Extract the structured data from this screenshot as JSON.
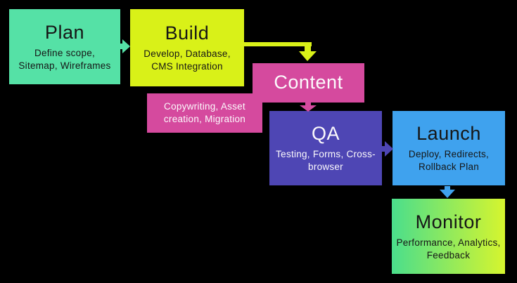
{
  "diagram": {
    "background_color": "#000000",
    "nodes": {
      "plan": {
        "title": "Plan",
        "lines": [
          "Define scope,",
          "Sitemap, Wireframes"
        ],
        "color": "#55e1a6",
        "text_color": "#161616"
      },
      "build": {
        "title": "Build",
        "lines": [
          "Develop, Database,",
          "CMS Integration"
        ],
        "color": "#d9f118",
        "text_color": "#161616"
      },
      "content": {
        "title": "Content",
        "color": "#d54a9e",
        "text_color": "#fcfafc"
      },
      "content_note": {
        "lines": [
          "Copywriting, Asset",
          "creation, Migration"
        ],
        "color": "#d54a9e",
        "text_color": "#fcfafc"
      },
      "qa": {
        "title": "QA",
        "lines": [
          "Testing, Forms, Cross-",
          "browser"
        ],
        "color": "#4e46b4",
        "text_color": "#fcfafc"
      },
      "launch": {
        "title": "Launch",
        "lines": [
          "Deploy, Redirects,",
          "Rollback Plan"
        ],
        "color": "#3fa2ee",
        "text_color": "#161616"
      },
      "monitor": {
        "title": "Monitor",
        "lines": [
          "Performance, Analytics,",
          "Feedback"
        ],
        "gradient": "linear-gradient(90deg, #4ade8c 0%, #d6f52e 100%)",
        "gradient_start": "#4ade8c",
        "gradient_end": "#d6f52e",
        "text_color": "#161616"
      }
    },
    "connectors": {
      "plan_build": {
        "direction": "right",
        "color": "#55e1a6"
      },
      "build_content": {
        "direction": "elbow-right-down",
        "color": "#d9f118"
      },
      "content_qa": {
        "direction": "down",
        "color": "#d54a9e"
      },
      "qa_launch": {
        "direction": "right",
        "color": "#4e46b4"
      },
      "launch_monitor": {
        "direction": "down",
        "color": "#3fa2ee"
      }
    }
  }
}
